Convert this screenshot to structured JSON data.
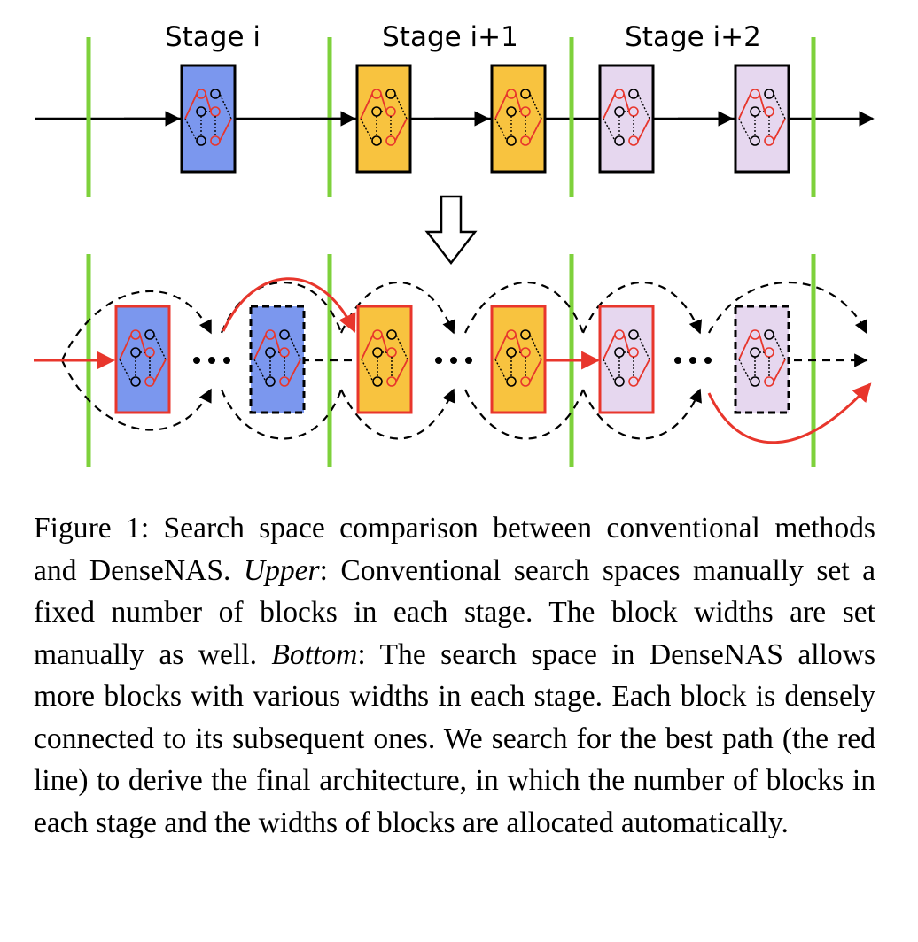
{
  "figure": {
    "stage_labels": [
      "Stage  i",
      "Stage  i+1",
      "Stage  i+2"
    ],
    "colors": {
      "stage_divider": "#7ed13b",
      "path": "#e8362c",
      "block_blue": "#7b97ee",
      "block_yellow": "#f8c33f",
      "block_purple": "#e6d7ef",
      "line": "#000000"
    },
    "upper_blocks": [
      "blue",
      "yellow",
      "yellow",
      "purple",
      "purple"
    ],
    "bottom_blocks": [
      {
        "color": "blue",
        "selected": true
      },
      {
        "color": "blue",
        "selected": false
      },
      {
        "color": "yellow",
        "selected": true
      },
      {
        "color": "yellow",
        "selected": true
      },
      {
        "color": "purple",
        "selected": true
      },
      {
        "color": "purple",
        "selected": false
      }
    ]
  },
  "caption": {
    "lead": "Figure 1:  Search space comparison between conventional methods and DenseNAS. ",
    "upper_label": "Upper",
    "upper_text": ":  Conventional search spaces manually set a fixed number of blocks in each stage. The block widths are set manually as well. ",
    "bottom_label": "Bottom",
    "bottom_text": ": The search space in DenseNAS allows more blocks with various widths in each stage. Each block is densely connected to its subsequent ones. We search for the best path (the red line) to derive the final architecture, in which the number of blocks in each stage and the widths of blocks are allocated automatically."
  }
}
